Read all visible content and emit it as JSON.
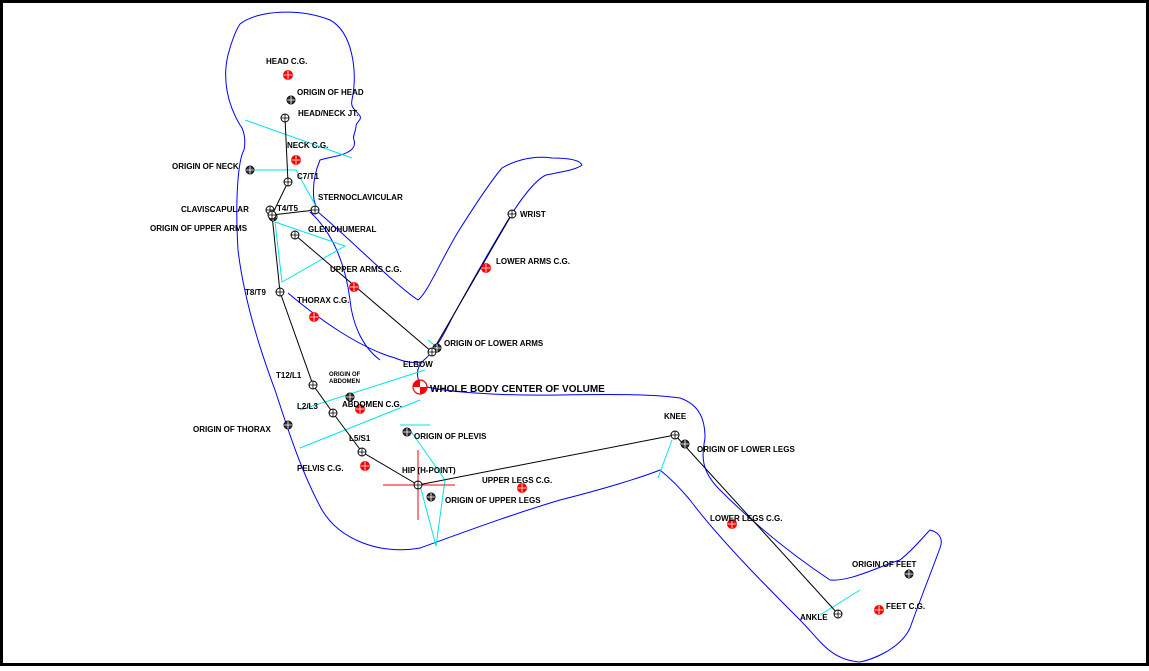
{
  "labels": {
    "head_cg": "HEAD C.G.",
    "origin_head": "ORIGIN OF HEAD",
    "head_neck_jt": "HEAD/NECK JT.",
    "neck_cg": "NECK C.G.",
    "origin_neck": "ORIGIN OF NECK",
    "c7_t1": "C7/T1",
    "sternoclavicular": "STERNOCLAVICULAR",
    "claviscapular": "CLAVISCAPULAR",
    "t4_t5": "T4/T5",
    "origin_upper_arms": "ORIGIN OF UPPER ARMS",
    "glenohumeral": "GLENOHUMERAL",
    "wrist": "WRIST",
    "lower_arms_cg": "LOWER ARMS C.G.",
    "upper_arms_cg": "UPPER ARMS C.G.",
    "t8_t9": "T8/T9",
    "thorax_cg": "THORAX C.G.",
    "origin_lower_arms": "ORIGIN OF LOWER ARMS",
    "elbow": "ELBOW",
    "t12_l1": "T12/L1",
    "origin_abdomen_1": "ORIGIN OF",
    "origin_abdomen_2": "ABDOMEN",
    "whole_body": "WHOLE BODY CENTER OF VOLUME",
    "l2_l3": "L2/L3",
    "abdomen_cg": "ABDOMEN C.G.",
    "origin_thorax": "ORIGIN OF THORAX",
    "l5_s1": "L5/S1",
    "origin_plevis": "ORIGIN OF PLEVIS",
    "knee": "KNEE",
    "origin_lower_legs": "ORIGIN OF LOWER LEGS",
    "pelvis_cg": "PELVIS C.G.",
    "hip": "HIP (H-POINT)",
    "upper_legs_cg": "UPPER LEGS C.G.",
    "origin_upper_legs": "ORIGIN OF UPPER LEGS",
    "lower_legs_cg": "LOWER LEGS C.G.",
    "origin_feet": "ORIGIN OF FEET",
    "feet_cg": "FEET C.G.",
    "ankle": "ANKLE"
  },
  "colors": {
    "outline": "#0000ff",
    "link": "#000000",
    "plane": "#00e5e5",
    "cg": "#ff0000",
    "crosshair": "#ff0000"
  }
}
